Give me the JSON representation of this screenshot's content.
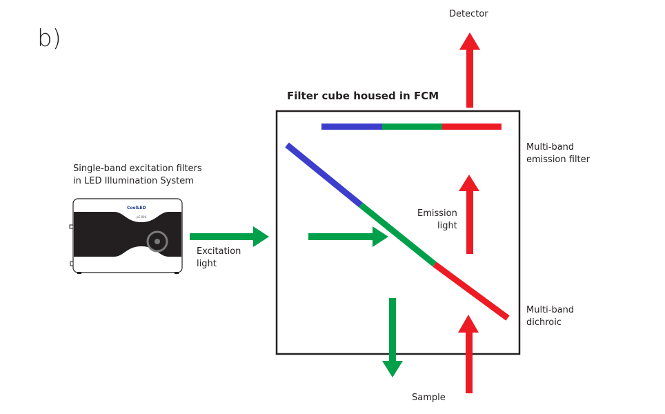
{
  "panel_label": "b)",
  "title": "Filter cube housed in FCM",
  "colors": {
    "blue": "#3d3fcc",
    "green": "#00a04b",
    "red": "#ed1c24",
    "outline": "#231f20",
    "device_body": "#231f20"
  },
  "labels": {
    "detector": "Detector",
    "sample": "Sample",
    "led_system_line1": "Single-band excitation filters",
    "led_system_line2": "in LED Illumination System",
    "excitation_line1": "Excitation",
    "excitation_line2": "light",
    "emission_line1": "Emission",
    "emission_line2": "light",
    "emission_filter_line1": "Multi-band",
    "emission_filter_line2": "emission filter",
    "dichroic_line1": "Multi-band",
    "dichroic_line2": "dichroic"
  },
  "device": {
    "brand": "CoolLED",
    "model": "pE-800"
  }
}
